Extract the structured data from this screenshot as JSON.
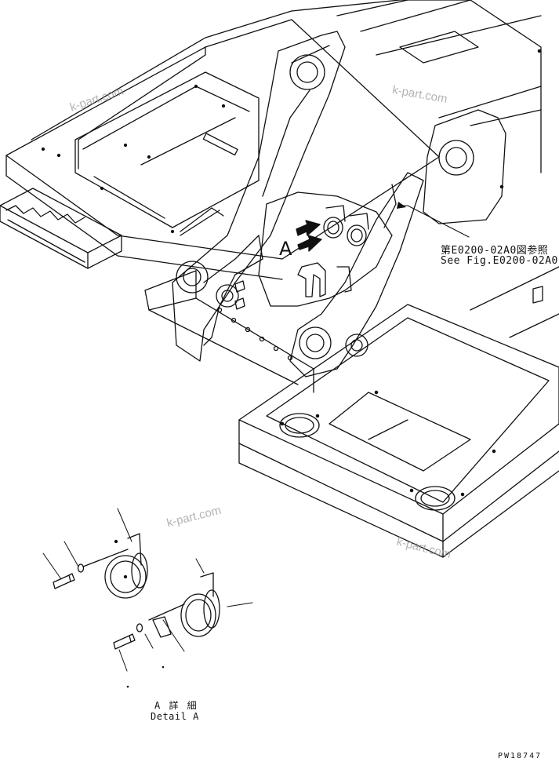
{
  "figure": {
    "reference_jp": "第E0200-02A0図参照",
    "reference_en": "See Fig.E0200-02A0",
    "view_marker": "A",
    "detail_jp": "A 詳 細",
    "detail_en": "Detail A",
    "drawing_number": "PW18747"
  },
  "watermarks": [
    "k-part.com",
    "k-part.com",
    "k-part.com",
    "k-part.com"
  ]
}
